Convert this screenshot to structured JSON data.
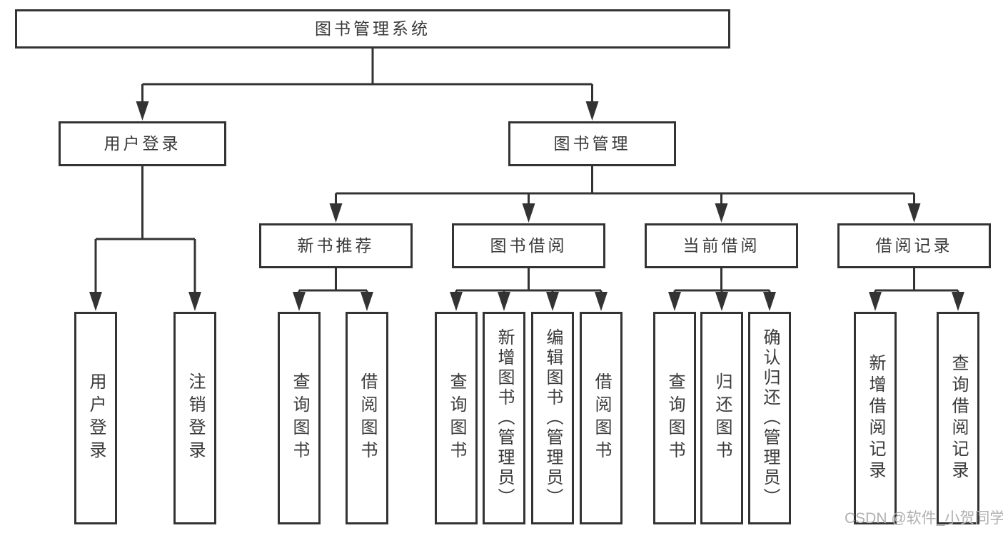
{
  "diagram": {
    "root": {
      "label": "图书管理系统"
    },
    "level2": [
      {
        "label": "用户登录"
      },
      {
        "label": "图书管理"
      }
    ],
    "level3": [
      {
        "label": "新书推荐"
      },
      {
        "label": "图书借阅"
      },
      {
        "label": "当前借阅"
      },
      {
        "label": "借阅记录"
      }
    ],
    "leaves": {
      "login": [
        {
          "label": "用户登录"
        },
        {
          "label": "注销登录"
        }
      ],
      "recommend": [
        {
          "label": "查询图书"
        },
        {
          "label": "借阅图书"
        }
      ],
      "borrow": [
        {
          "label": "查询图书"
        },
        {
          "label": "新增图书（管理员）"
        },
        {
          "label": "编辑图书（管理员）"
        },
        {
          "label": "借阅图书"
        }
      ],
      "current": [
        {
          "label": "查询图书"
        },
        {
          "label": "归还图书"
        },
        {
          "label": "确认归还（管理员）"
        }
      ],
      "records": [
        {
          "label": "新增借阅记录"
        },
        {
          "label": "查询借阅记录"
        }
      ]
    },
    "colors": {
      "line": "#333333",
      "text": "#3a3a3a",
      "watermark": "#b0b0b0",
      "background": "#ffffff"
    }
  },
  "watermark": {
    "text": "CSDN @软件_小贺同学"
  }
}
